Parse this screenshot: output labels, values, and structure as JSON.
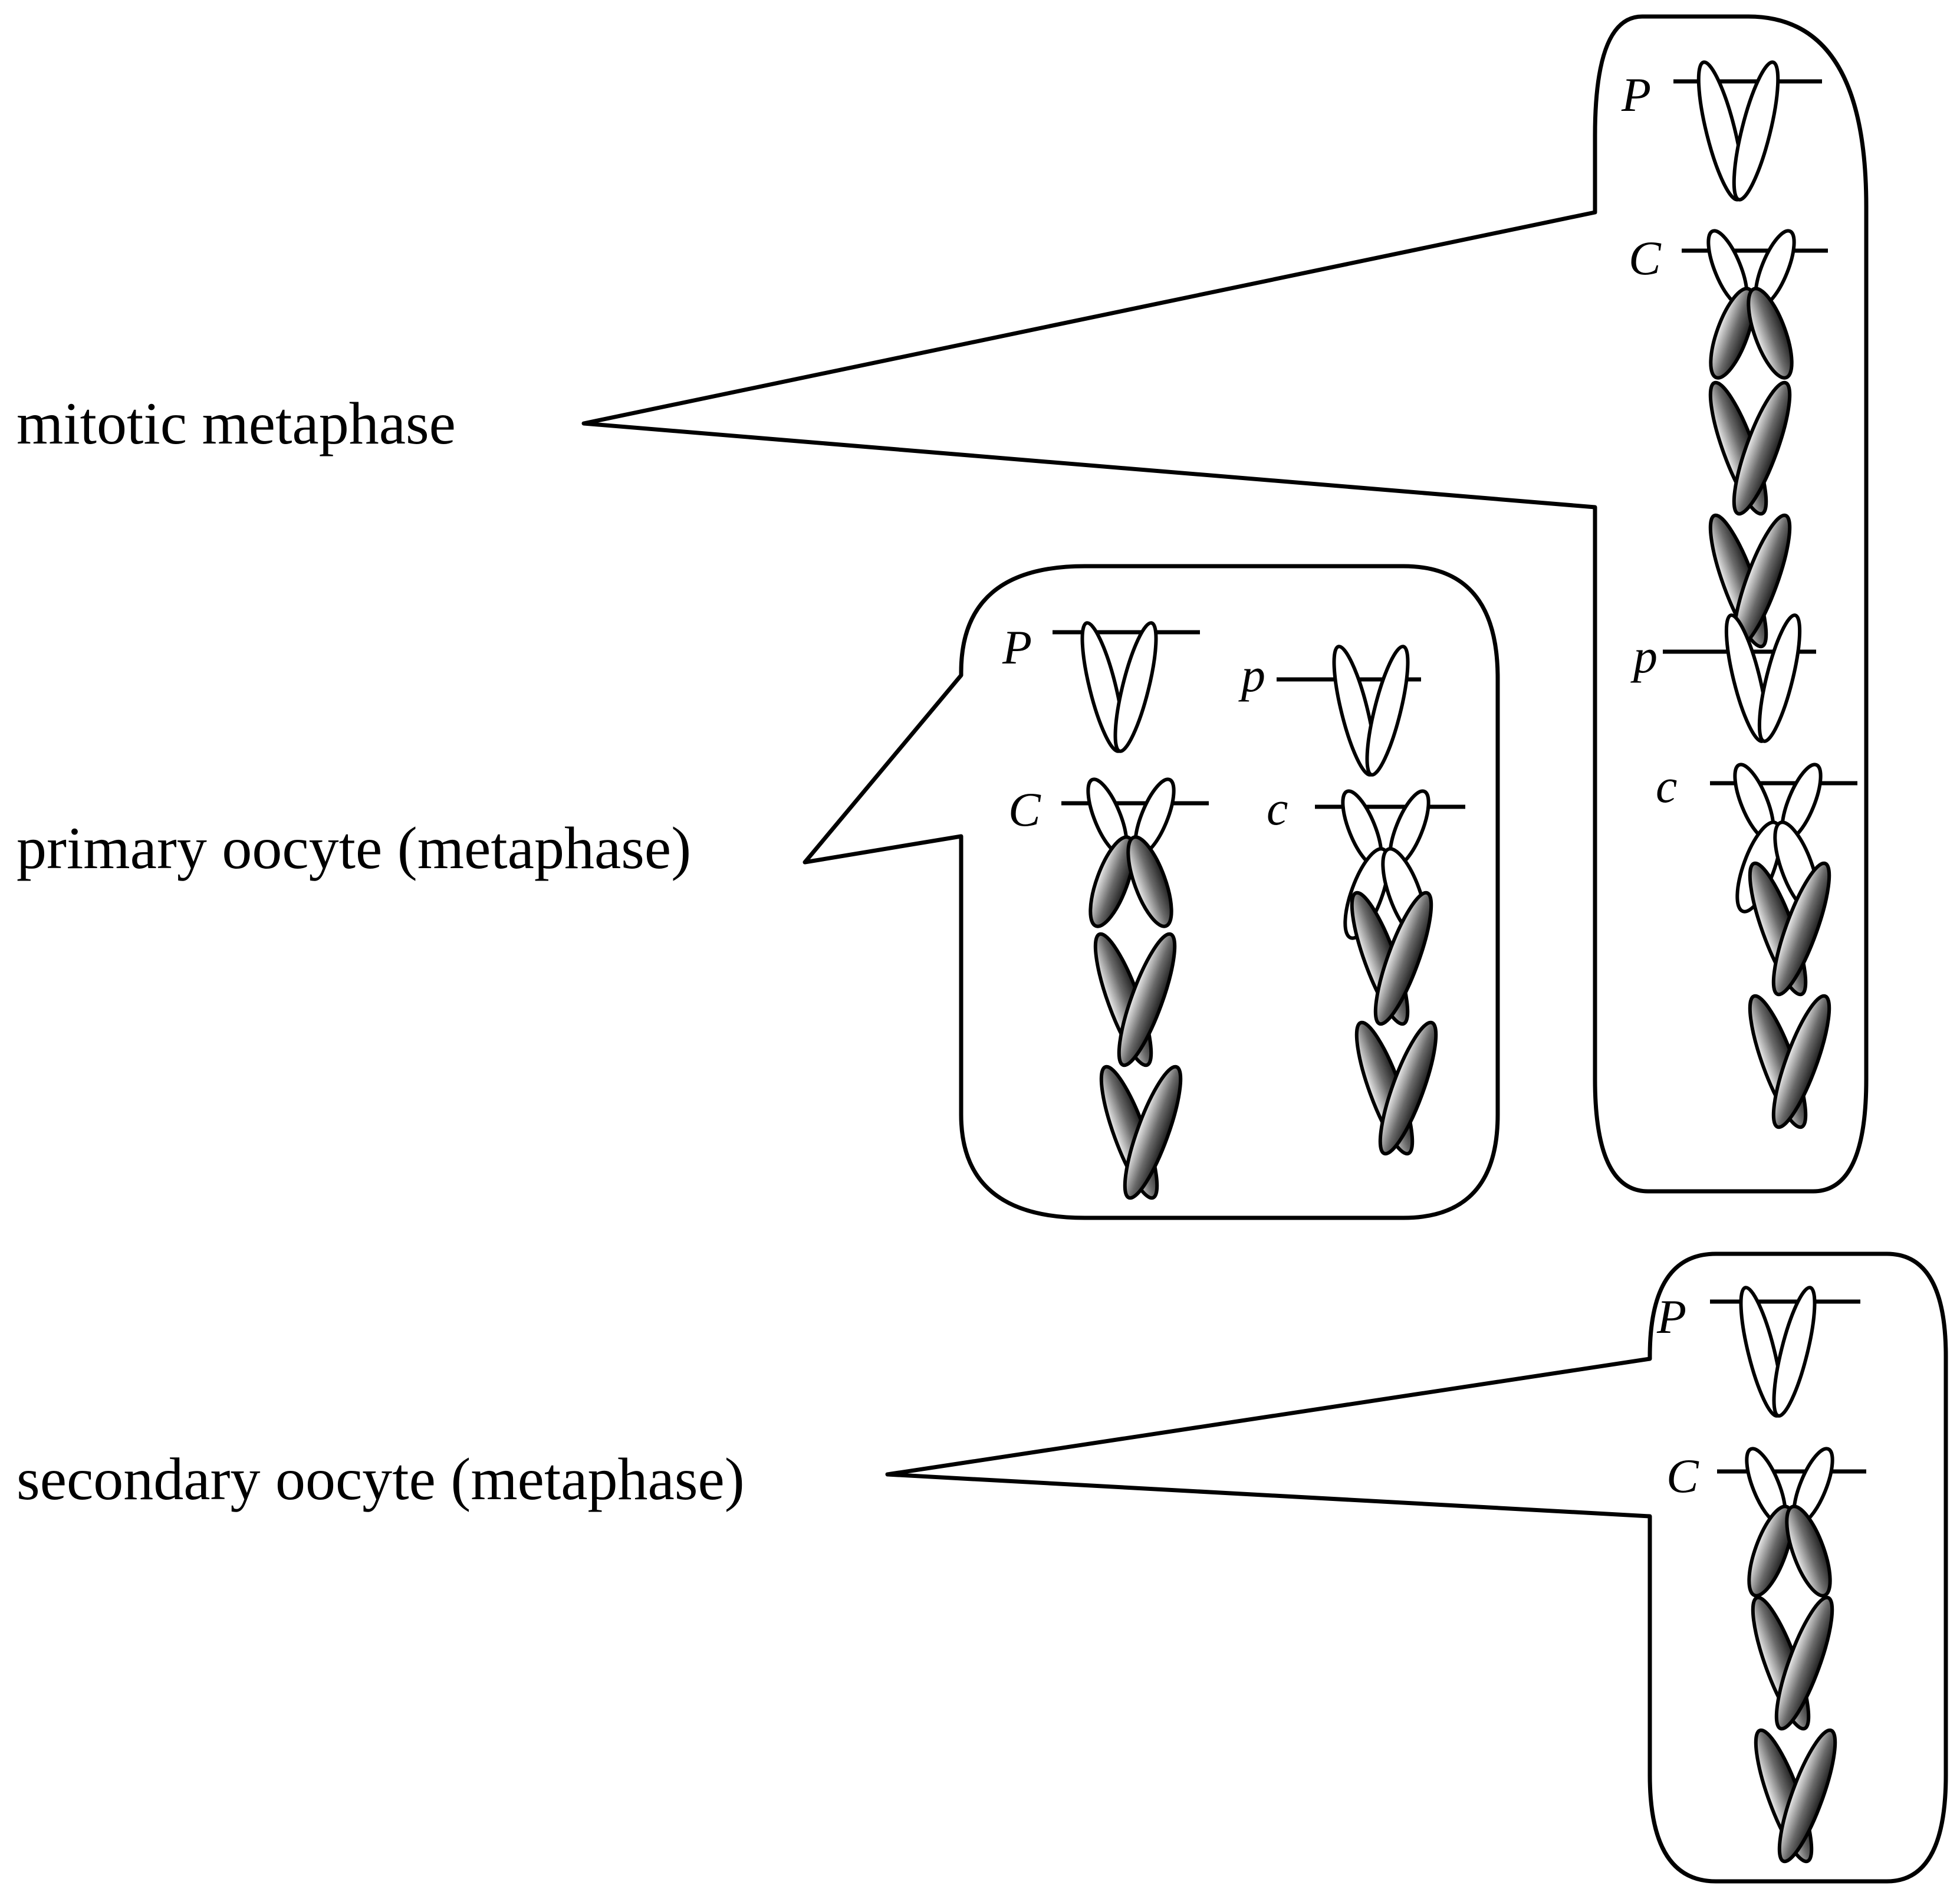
{
  "stages": {
    "mitotic": {
      "label": "mitotic metaphase",
      "alleles": [
        "P",
        "C",
        "p",
        "c"
      ]
    },
    "primary": {
      "label": "primary oocyte (metaphase)",
      "alleles_left": [
        "P",
        "C"
      ],
      "alleles_right": [
        "p",
        "c"
      ]
    },
    "secondary": {
      "label": "secondary oocyte (metaphase)",
      "alleles": [
        "P",
        "C"
      ]
    }
  }
}
